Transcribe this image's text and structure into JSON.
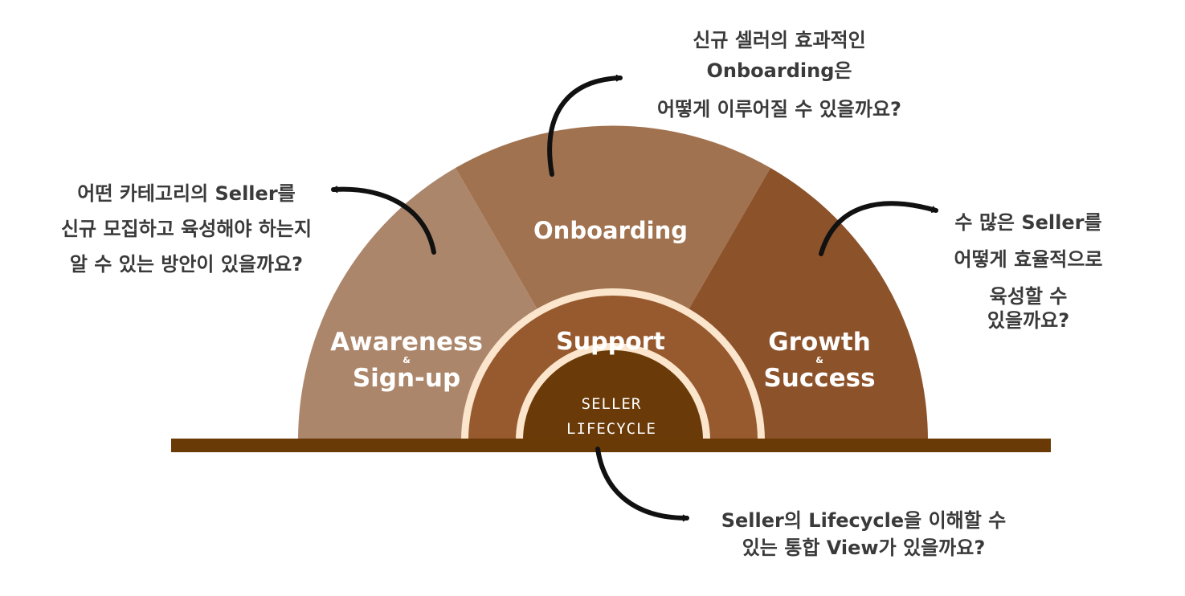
{
  "segments": {
    "awareness": {
      "line1": "Awareness",
      "amp": "&",
      "line2": "Sign-up"
    },
    "onboarding": {
      "label": "Onboarding"
    },
    "growth": {
      "line1": "Growth",
      "amp": "&",
      "line2": "Success"
    },
    "support": {
      "label": "Support"
    },
    "core": {
      "line1": "SELLER",
      "line2": "LIFECYCLE"
    }
  },
  "questions": {
    "onboarding": [
      "신규 셀러의 효과적인",
      "Onboarding은",
      "어떻게 이루어질 수 있을까요?"
    ],
    "awareness": [
      "어떤 카테고리의 Seller를",
      "신규 모집하고 육성해야 하는지",
      "알 수 있는 방안이 있을까요?"
    ],
    "growth": [
      "수 많은 Seller를",
      "어떻게 효율적으로",
      "육성할 수",
      "있을까요?"
    ],
    "lifecycle": [
      "Seller의 Lifecycle을 이해할 수",
      "있는 통합 View가 있을까요?"
    ]
  },
  "colors": {
    "awareness": "#ac866b",
    "onboarding": "#a1724f",
    "growth": "#8c522a",
    "support": "#97592e",
    "core": "#6a3b08",
    "ring": "#fbe5cc",
    "base": "#6a3a06",
    "arrow": "#111111"
  }
}
